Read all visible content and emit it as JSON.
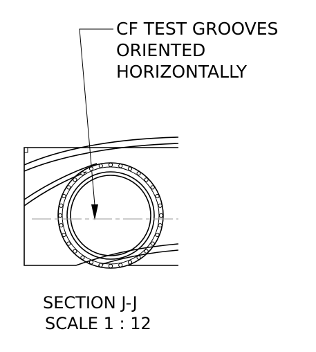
{
  "annotation": {
    "lines": [
      "CF TEST GROOVES",
      "ORIENTED",
      "HORIZONTALLY"
    ]
  },
  "section_label": {
    "title": "SECTION J-J",
    "scale": "SCALE 1 : 12"
  },
  "flange": {
    "bolt_count": 32
  },
  "colors": {
    "ink": "#000000",
    "center_line": "#999999",
    "background": "#ffffff"
  }
}
